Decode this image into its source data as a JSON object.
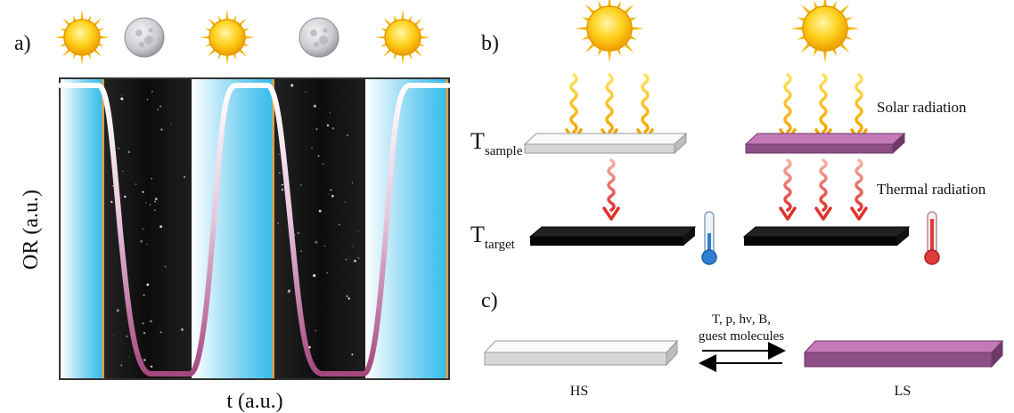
{
  "panel_a": {
    "label": "a)",
    "xlabel": "t (a.u.)",
    "ylabel": "OR (a.u.)",
    "icons": [
      "sun-icon",
      "moon-icon",
      "sun-icon",
      "moon-icon",
      "sun-icon"
    ],
    "colors": {
      "day": "#3fc3ee",
      "night": "#151515",
      "curve_high": "#ffffff",
      "curve_low": "#a5477f"
    }
  },
  "panel_b": {
    "label": "b)",
    "t_sample_main": "T",
    "t_sample_sub": "sample",
    "t_target_main": "T",
    "t_target_sub": "target",
    "solar": "Solar radiation",
    "thermal": "Thermal radiation",
    "colors": {
      "hs": "#f2f2f2",
      "ls": "#c47ab8",
      "target": "#0d0d0d",
      "cold": "#2f7fd0",
      "hot": "#e03a3a"
    }
  },
  "panel_c": {
    "label": "c)",
    "stimulus_line1": "T, p, hν, B,",
    "stimulus_line2": "guest molecules",
    "left": "HS",
    "right": "LS"
  }
}
